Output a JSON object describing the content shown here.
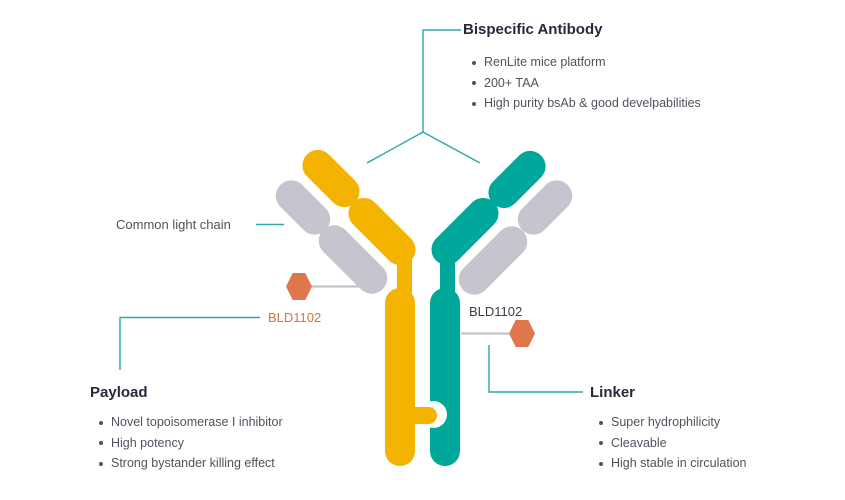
{
  "colors": {
    "background": "#FFFFFF",
    "yellow": "#F5B301",
    "teal": "#00A79B",
    "gray": "#C6C4CE",
    "orange": "#E0764C",
    "line-teal": "#2AA7A7",
    "line-gray": "#BDBBC4",
    "heading": "#252A3A",
    "body": "#51525F",
    "bld-orange": "#D87346",
    "bld-dark": "#3C3C4C"
  },
  "sections": {
    "bispecific": {
      "title": "Bispecific Antibody",
      "bullets": [
        "RenLite mice platform",
        "200+ TAA",
        "High purity bsAb & good develpabilities"
      ]
    },
    "payload": {
      "title": "Payload",
      "bullets": [
        "Novel topoisomerase I inhibitor",
        "High potency",
        "Strong bystander killing effect"
      ]
    },
    "linker": {
      "title": "Linker",
      "bullets": [
        "Super hydrophilicity",
        "Cleavable",
        "High stable in circulation"
      ]
    }
  },
  "labels": {
    "common_light_chain": "Common light chain",
    "bld_left": "BLD1102",
    "bld_right": "BLD1102"
  }
}
